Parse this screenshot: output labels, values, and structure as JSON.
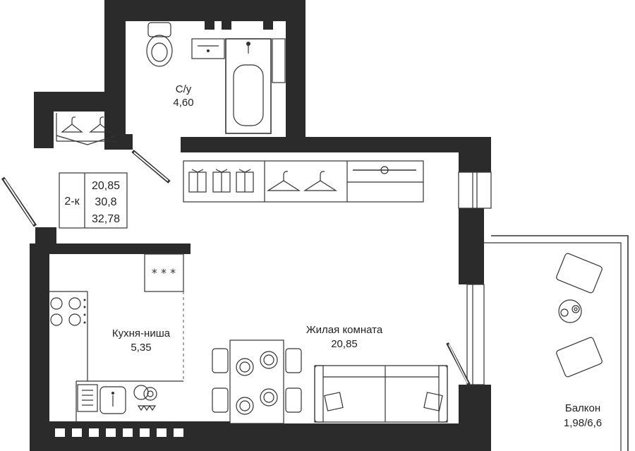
{
  "plan": {
    "summary": {
      "type": "2-к",
      "living_area": "20,85",
      "total_area": "30,8",
      "area_with_balcony": "32,78"
    },
    "rooms": [
      {
        "name": "С/у",
        "area": "4,60"
      },
      {
        "name": "Кухня-ниша",
        "area": "5,35"
      },
      {
        "name": "Жилая комната",
        "area": "20,85"
      },
      {
        "name": "Балкон",
        "area": "1,98/6,6"
      }
    ],
    "hob_marks": "* * *"
  }
}
